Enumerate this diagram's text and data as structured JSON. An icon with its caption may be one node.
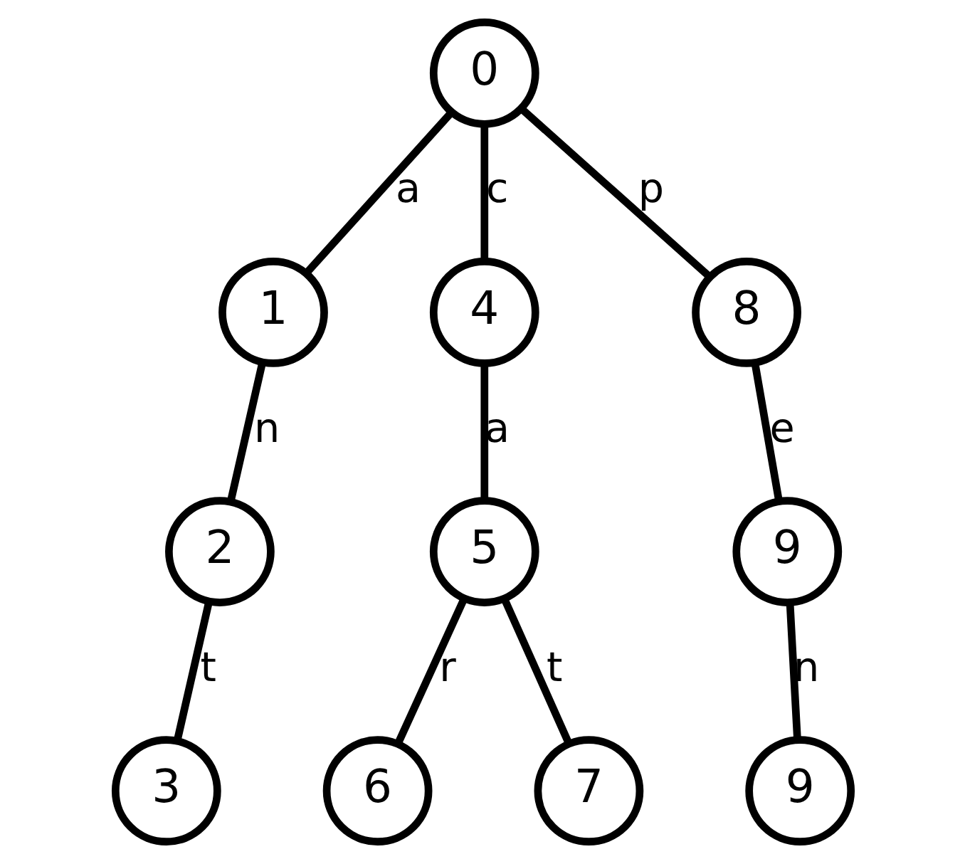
{
  "diagram": {
    "nodes": [
      {
        "text": [
          "0"
        ]
      },
      {
        "text": [
          "1"
        ]
      },
      {
        "text": [
          "2"
        ]
      },
      {
        "text": [
          "3"
        ]
      },
      {
        "text": [
          "4"
        ]
      },
      {
        "text": [
          "5"
        ]
      },
      {
        "text": [
          "6"
        ]
      },
      {
        "text": [
          "7"
        ]
      },
      {
        "text": [
          "8"
        ]
      },
      {
        "text": [
          "9"
        ]
      },
      {
        "text": [
          "9"
        ]
      }
    ],
    "edges": [
      {
        "from": 0,
        "to": 1,
        "arrow": "none",
        "label": "a"
      },
      {
        "from": 1,
        "to": 2,
        "arrow": "none",
        "label": "n"
      },
      {
        "from": 2,
        "to": 3,
        "arrow": "none",
        "label": "t"
      },
      {
        "from": 0,
        "to": 4,
        "arrow": "none",
        "label": "c"
      },
      {
        "from": 4,
        "to": 5,
        "arrow": "none",
        "label": "a"
      },
      {
        "from": 5,
        "to": 6,
        "arrow": "none",
        "label": "r"
      },
      {
        "from": 5,
        "to": 7,
        "arrow": "none",
        "label": "t"
      },
      {
        "from": 0,
        "to": 8,
        "arrow": "none",
        "label": "p"
      },
      {
        "from": 8,
        "to": 9,
        "arrow": "none",
        "label": "e"
      },
      {
        "from": 9,
        "to": 10,
        "arrow": "none",
        "label": "n"
      }
    ]
  }
}
